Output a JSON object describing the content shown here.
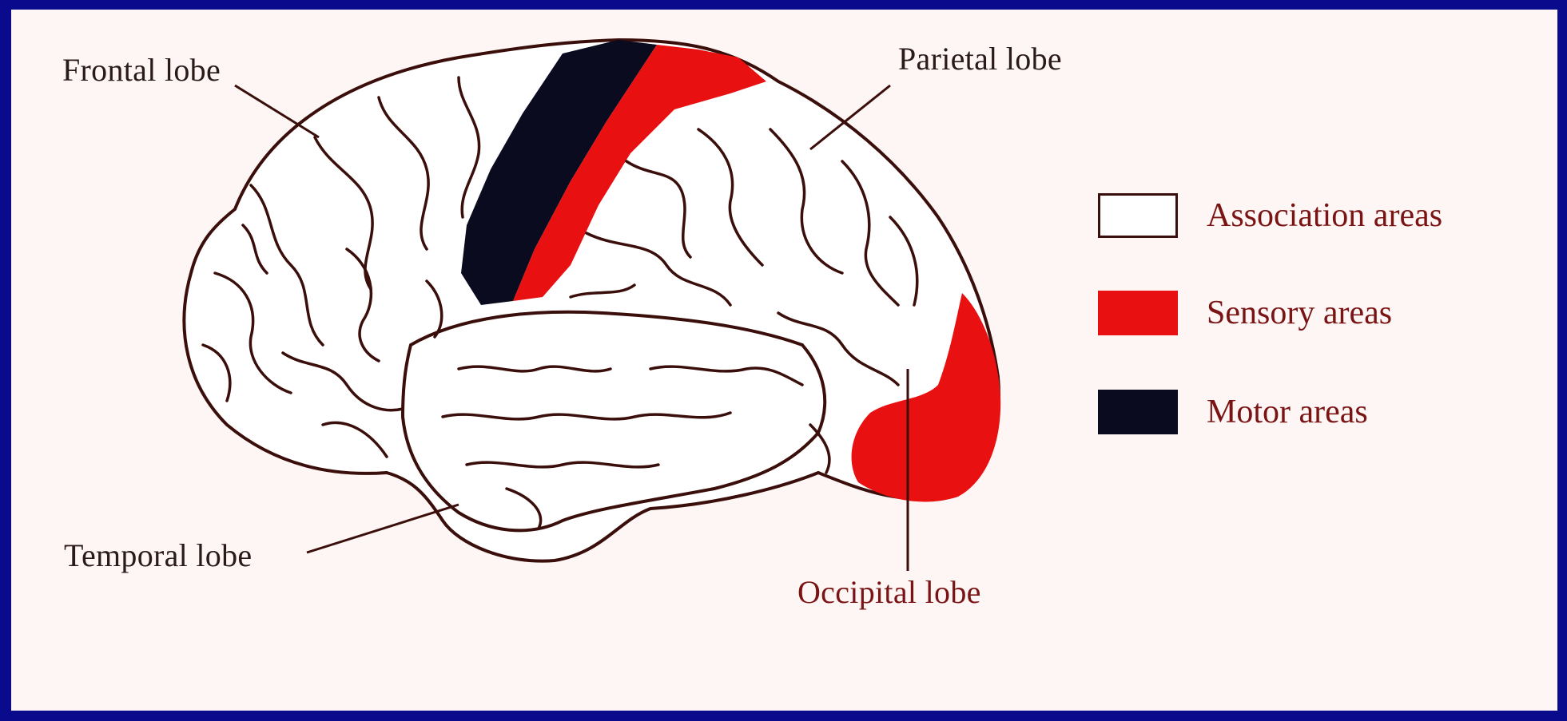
{
  "labels": {
    "frontal": "Frontal lobe",
    "parietal": "Parietal lobe",
    "temporal": "Temporal lobe",
    "occipital": "Occipital lobe"
  },
  "legend": [
    {
      "text": "Association areas",
      "color": "#ffffff"
    },
    {
      "text": "Sensory  areas",
      "color": "#e81010"
    },
    {
      "text": "Motor areas",
      "color": "#0b0b20"
    }
  ],
  "colors": {
    "background": "#0a0a8c",
    "panel": "#fdf6f4",
    "association": "#ffffff",
    "sensory": "#e81010",
    "motor": "#0b0b20",
    "outline": "#3a0e0a",
    "label_text": "#2a1a18",
    "legend_text": "#7a1414"
  }
}
